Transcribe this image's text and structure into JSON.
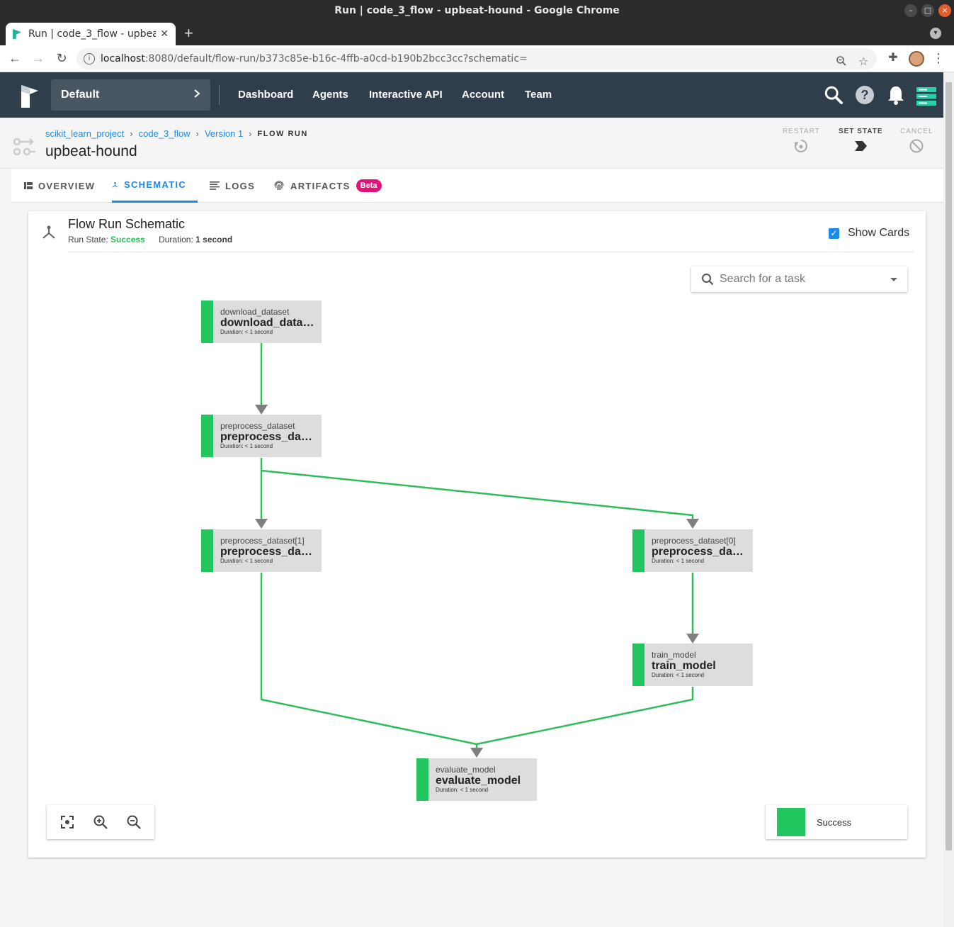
{
  "window": {
    "title": "Run | code_3_flow - upbeat-hound - Google Chrome"
  },
  "browser": {
    "tab_title": "Run | code_3_flow - upbeat-hound",
    "url_host": "localhost",
    "url_path": ":8080/default/flow-run/b373c85e-b16c-4ffb-a0cd-b190b2bcc3cc?schematic="
  },
  "header": {
    "team": "Default",
    "nav": [
      "Dashboard",
      "Agents",
      "Interactive API",
      "Account",
      "Team"
    ]
  },
  "breadcrumb": {
    "project": "scikit_learn_project",
    "flow": "code_3_flow",
    "version": "Version 1",
    "current": "FLOW RUN"
  },
  "run": {
    "name": "upbeat-hound"
  },
  "actions": {
    "restart": "RESTART",
    "set_state": "SET STATE",
    "cancel": "CANCEL"
  },
  "tabs": {
    "overview": "OVERVIEW",
    "schematic": "SCHEMATIC",
    "logs": "LOGS",
    "artifacts": "ARTIFACTS",
    "beta": "Beta"
  },
  "schematic": {
    "title": "Flow Run Schematic",
    "run_state_label": "Run State:",
    "run_state": "Success",
    "duration_label": "Duration:",
    "duration": "1 second",
    "show_cards": "Show Cards",
    "search_placeholder": "Search for a task",
    "legend": "Success",
    "colors": {
      "success": "#22c55e",
      "edge": "#2ebd5a",
      "arrow": "#808080"
    },
    "nodes": [
      {
        "name": "download_dataset",
        "label": "download_dataset",
        "duration": "Duration: < 1 second"
      },
      {
        "name": "preprocess_dataset",
        "label": "preprocess_dataset",
        "duration": "Duration: < 1 second"
      },
      {
        "name": "preprocess_dataset[1]",
        "label": "preprocess_dataset",
        "duration": "Duration: < 1 second"
      },
      {
        "name": "preprocess_dataset[0]",
        "label": "preprocess_dataset",
        "duration": "Duration: < 1 second"
      },
      {
        "name": "train_model",
        "label": "train_model",
        "duration": "Duration: < 1 second"
      },
      {
        "name": "evaluate_model",
        "label": "evaluate_model",
        "duration": "Duration: < 1 second"
      }
    ]
  }
}
